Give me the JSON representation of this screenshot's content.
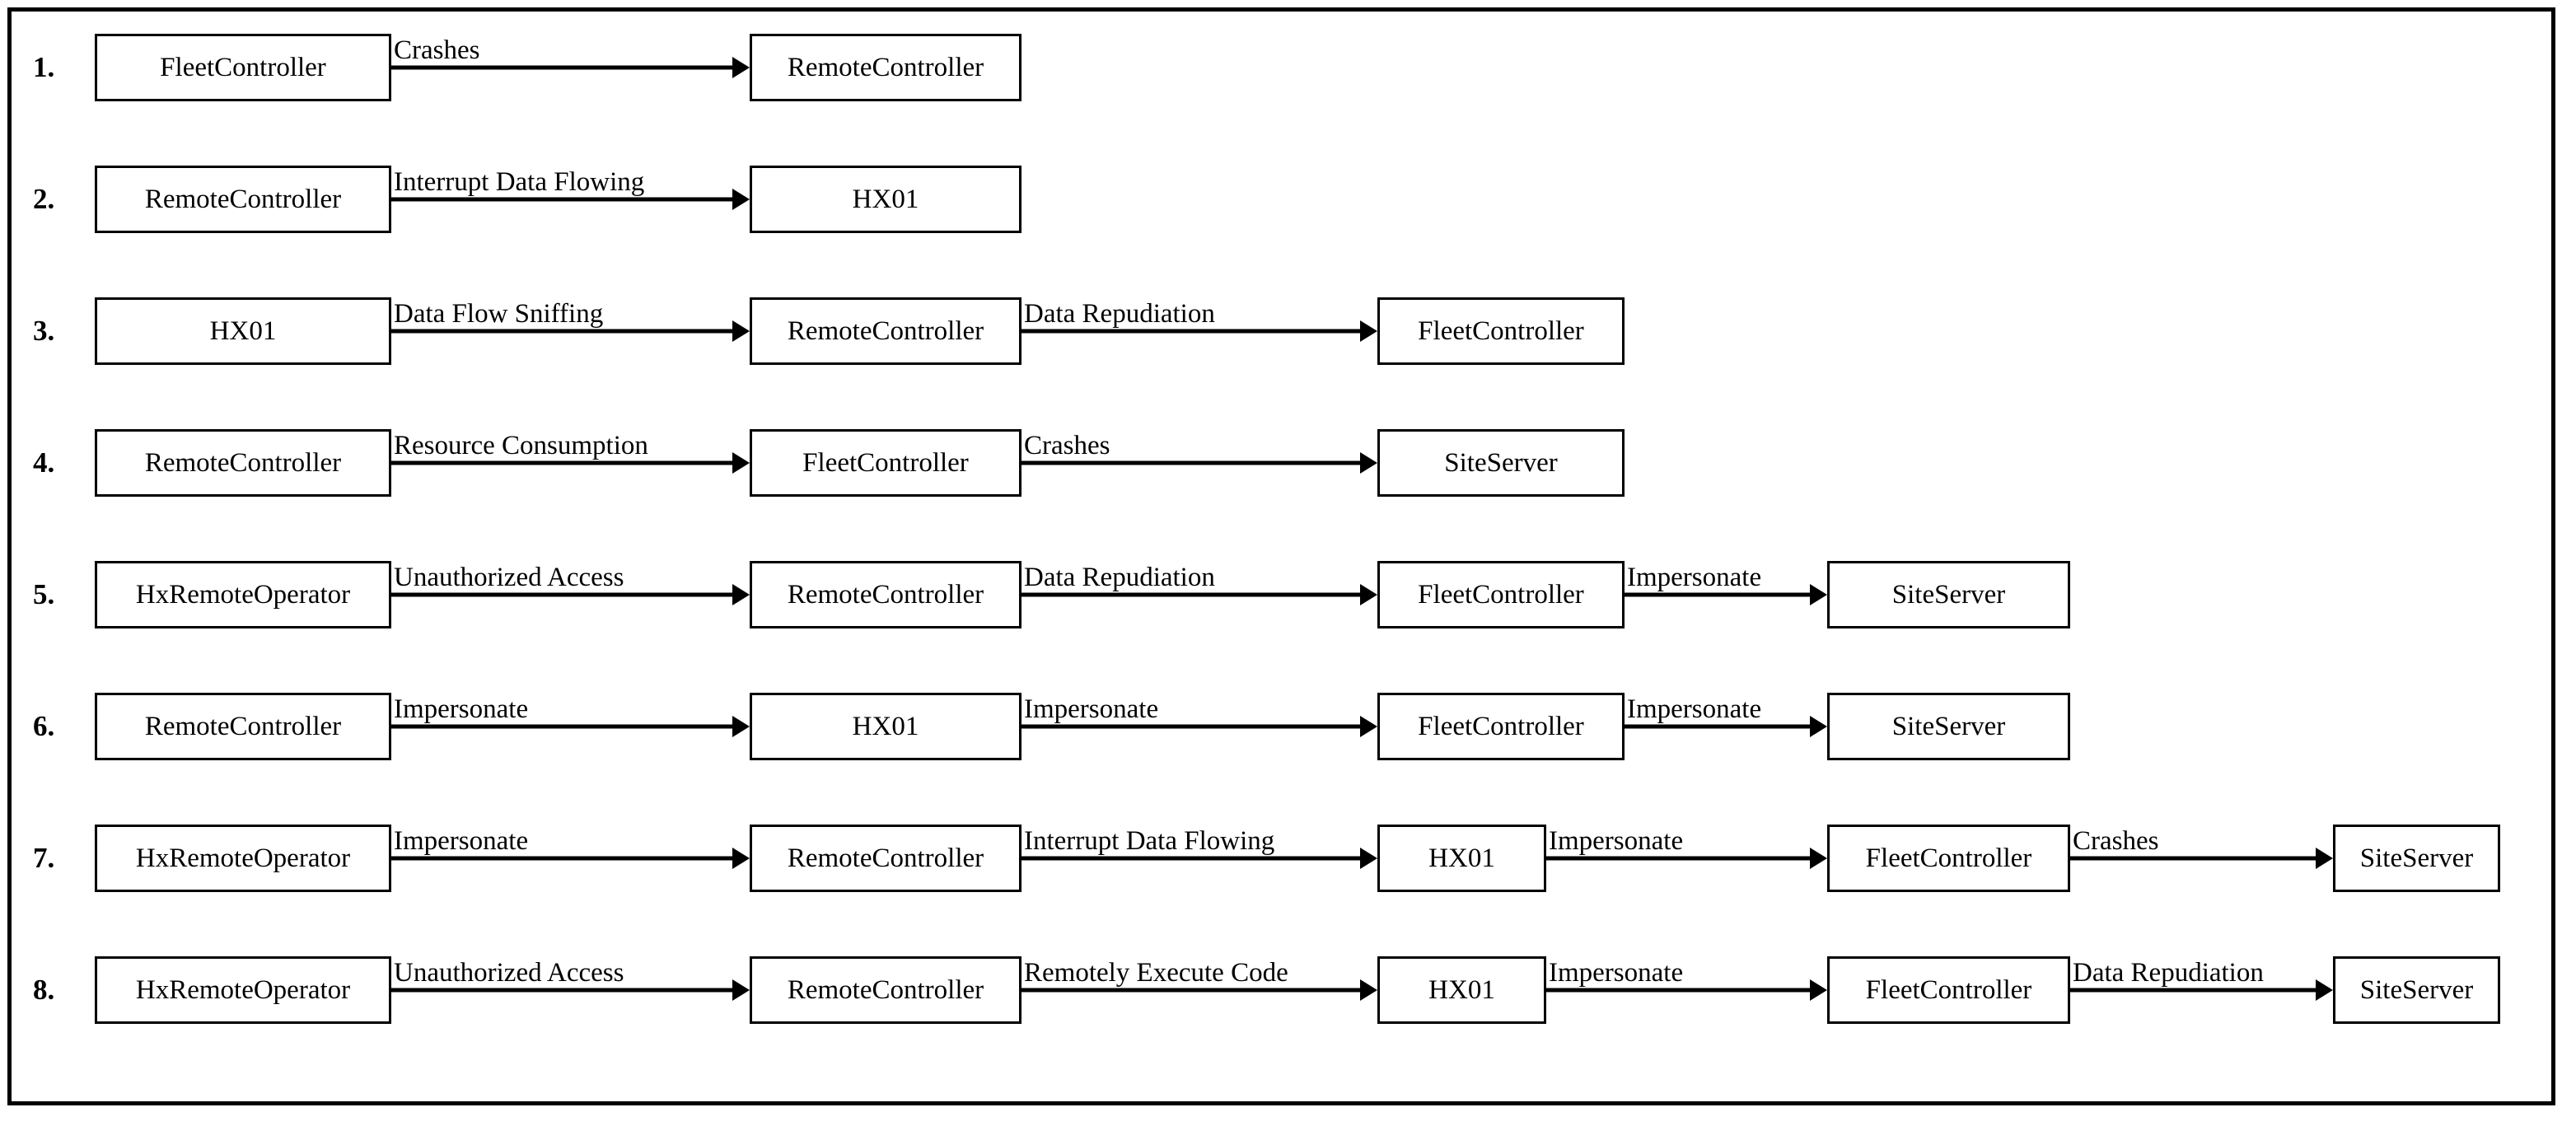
{
  "figure": {
    "type": "attack-path-chain-diagram",
    "border_color": "#000000",
    "background_color": "#ffffff",
    "node_fill": "#ffffff",
    "node_border": "#000000",
    "rows": [
      {
        "number": "1.",
        "nodes": [
          "FleetController",
          "RemoteController"
        ],
        "labels": [
          "Crashes"
        ]
      },
      {
        "number": "2.",
        "nodes": [
          "RemoteController",
          "HX01"
        ],
        "labels": [
          "Interrupt Data Flowing"
        ]
      },
      {
        "number": "3.",
        "nodes": [
          "HX01",
          "RemoteController",
          "FleetController"
        ],
        "labels": [
          "Data Flow Sniffing",
          "Data Repudiation"
        ]
      },
      {
        "number": "4.",
        "nodes": [
          "RemoteController",
          "FleetController",
          "SiteServer"
        ],
        "labels": [
          "Resource Consumption",
          "Crashes"
        ]
      },
      {
        "number": "5.",
        "nodes": [
          "HxRemoteOperator",
          "RemoteController",
          "FleetController",
          "SiteServer"
        ],
        "labels": [
          "Unauthorized Access",
          "Data Repudiation",
          "Impersonate"
        ]
      },
      {
        "number": "6.",
        "nodes": [
          "RemoteController",
          "HX01",
          "FleetController",
          "SiteServer"
        ],
        "labels": [
          "Impersonate",
          "Impersonate",
          "Impersonate"
        ]
      },
      {
        "number": "7.",
        "nodes": [
          "HxRemoteOperator",
          "RemoteController",
          "HX01",
          "FleetController",
          "SiteServer"
        ],
        "labels": [
          "Impersonate",
          "Interrupt Data Flowing",
          "Impersonate",
          "Crashes"
        ]
      },
      {
        "number": "8.",
        "nodes": [
          "HxRemoteOperator",
          "RemoteController",
          "HX01",
          "FleetController",
          "SiteServer"
        ],
        "labels": [
          "Unauthorized Access",
          "Remotely Execute Code",
          "Impersonate",
          "Data Repudiation"
        ]
      }
    ]
  }
}
